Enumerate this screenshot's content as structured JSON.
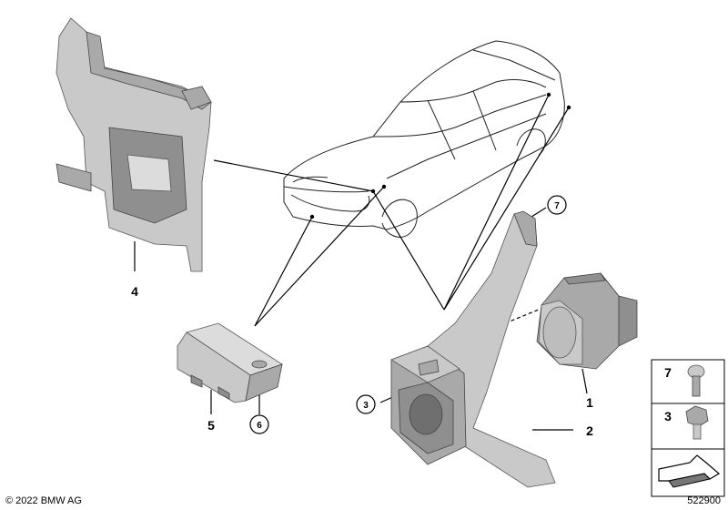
{
  "labels": {
    "part_1": "1",
    "part_2": "2",
    "part_3": "3",
    "part_4": "4",
    "part_5": "5",
    "part_6": "6",
    "part_7": "7"
  },
  "legend": {
    "item_7": "7",
    "item_3": "3"
  },
  "footer": {
    "copyright": "© 2022 BMW AG",
    "diagram_number": "522900"
  }
}
